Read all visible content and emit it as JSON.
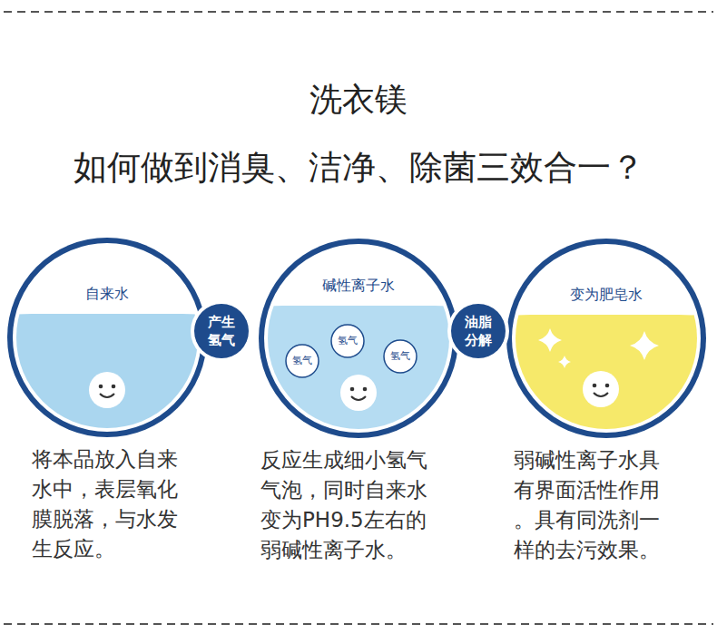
{
  "diagram": {
    "title": "洗衣镁",
    "nodes": [
      {
        "text": [
          "自来水",
          "将本品放入自来 水中，表层氧化 膜脱落，与水发 生反应。"
        ]
      },
      {
        "text": [
          "产生 氢气"
        ]
      },
      {
        "text": [
          "碱性离子水",
          "反应生成细小氢气 气泡，同时自来水 变为PH9.5左右的 弱碱性离子水。"
        ]
      },
      {
        "text": [
          "氢气"
        ],
        "in": 2
      },
      {
        "text": [
          "氢气"
        ],
        "in": 2
      },
      {
        "text": [
          "氢气"
        ],
        "in": 2
      },
      {
        "text": [
          "油脂 分解"
        ]
      },
      {
        "text": [
          "变为肥皂水",
          "弱碱性离子水具 有界面活性作用 。具有同洗剂一 样的去污效果。"
        ]
      }
    ],
    "labels": [
      "如何做到消臭、洁净、除菌三效合一？"
    ]
  }
}
